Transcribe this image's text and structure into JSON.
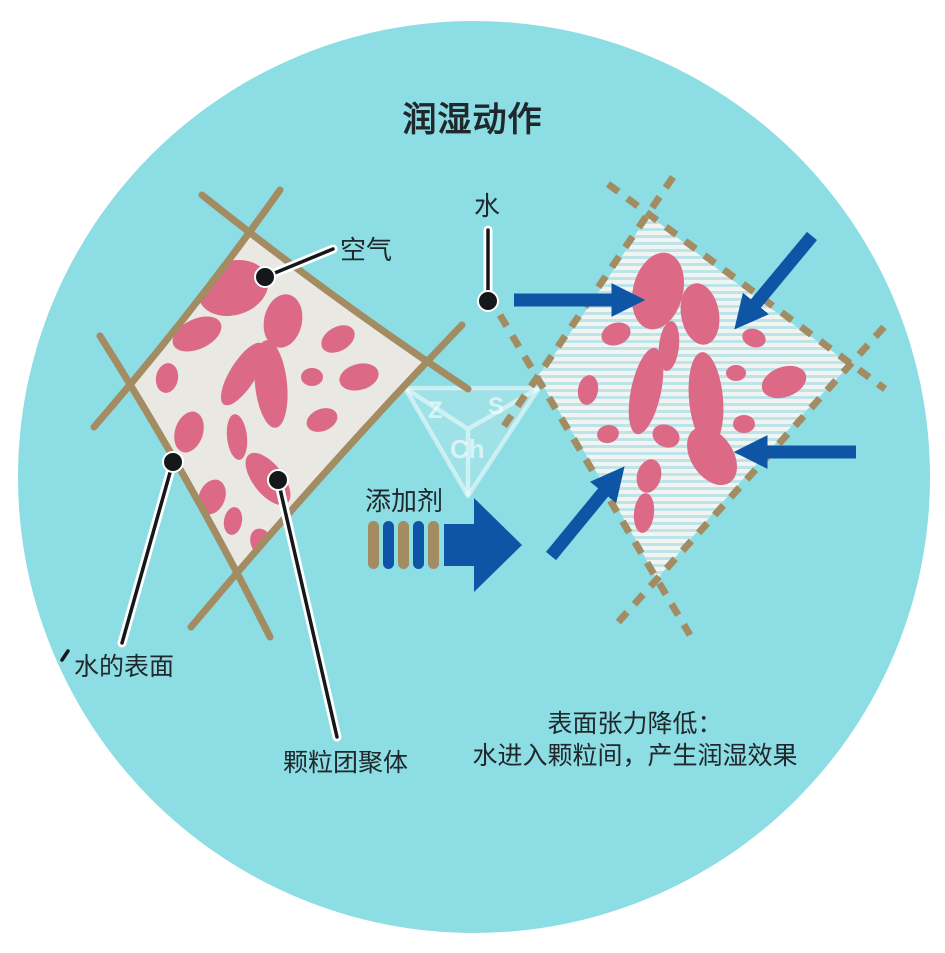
{
  "colors": {
    "canvas-bg": "#ffffff",
    "circle-bg": "#8cdde4",
    "agglomerate-fill": "#e9e8e3",
    "particle-pink": "#dc6a87",
    "frame-tan": "#a38b62",
    "arrow-blue": "#0f55a5",
    "ink": "#20282b",
    "stripe-light": "#f1f4f1",
    "stripe-cyan": "#bde4e8"
  },
  "diagram": {
    "title": "润湿动作",
    "labels": {
      "air": "空气",
      "water": "水",
      "additive": "添加剂",
      "water_surface": "水的表面",
      "particle_agglomerate": "颗粒团聚体"
    },
    "caption": {
      "line1": "表面张力降低：",
      "line2": "水进入颗粒间，产生润湿效果"
    },
    "watermark": {
      "letter_top_left": "Z",
      "letter_top_right": "S",
      "letter_bottom": "Ch"
    }
  }
}
